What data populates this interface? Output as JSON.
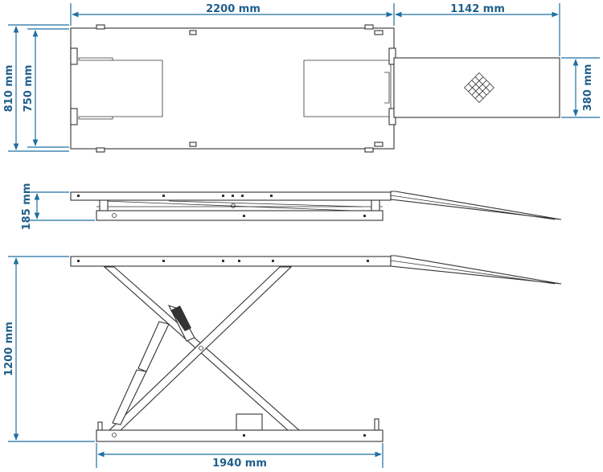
{
  "colors": {
    "dimension": "#1f6fa0",
    "dimension_text": "#1f5f8b",
    "outline": "#333333"
  },
  "dimensions": {
    "top_length": "2200 mm",
    "ramp_length": "1142 mm",
    "outer_width": "810 mm",
    "inner_width": "750 mm",
    "ramp_width": "380 mm",
    "lowered_height": "185 mm",
    "raised_height": "1200 mm",
    "base_length": "1940 mm"
  }
}
